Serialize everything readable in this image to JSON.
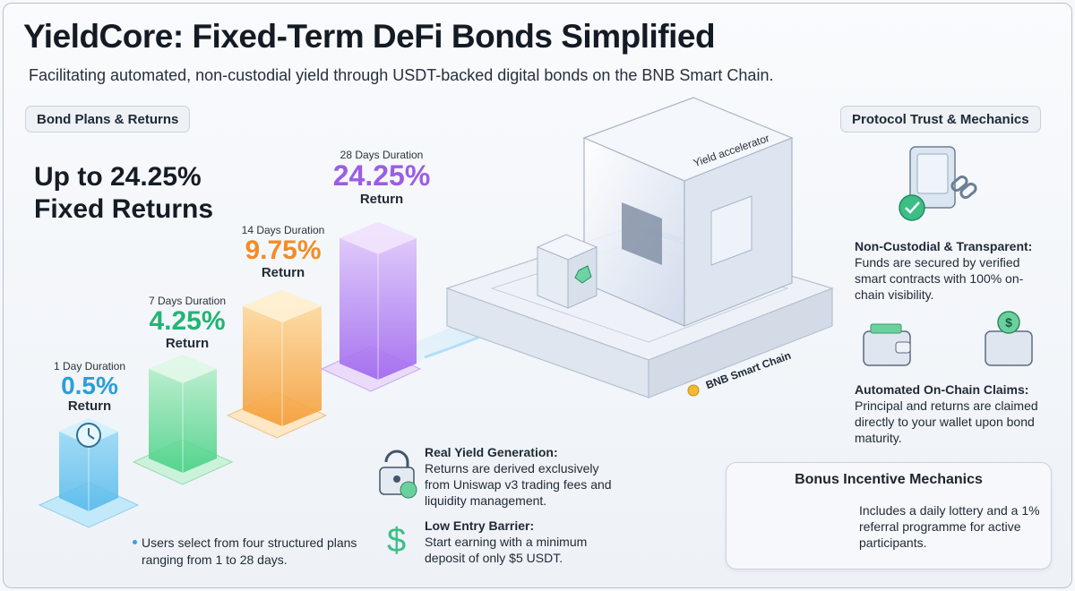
{
  "title": "YieldCore: Fixed-Term DeFi Bonds Simplified",
  "subtitle": "Facilitating automated, non-custodial yield through USDT-backed digital bonds on the BNB Smart Chain.",
  "sections": {
    "plans": "Bond Plans & Returns",
    "trust": "Protocol Trust & Mechanics"
  },
  "hero": {
    "line1": "Up to 24.25%",
    "line2": "Fixed Returns"
  },
  "plans": [
    {
      "duration": "1 Day Duration",
      "return": "0.5%",
      "label": "Return",
      "color": "#2a9fd6"
    },
    {
      "duration": "7 Days Duration",
      "return": "4.25%",
      "label": "Return",
      "color": "#22b573"
    },
    {
      "duration": "14 Days Duration",
      "return": "9.75%",
      "label": "Return",
      "color": "#f28c28"
    },
    {
      "duration": "28 Days Duration",
      "return": "24.25%",
      "label": "Return",
      "color": "#9b5de5"
    }
  ],
  "plans_note": "Users select from four structured plans ranging from 1 to 28 days.",
  "machine": {
    "label": "Yield accelerator",
    "chain": "BNB Smart Chain"
  },
  "features": {
    "real_yield": {
      "heading": "Real Yield Generation:",
      "text": "Returns are derived exclusively from Uniswap v3 trading fees and liquidity management."
    },
    "low_entry": {
      "heading": "Low Entry Barrier:",
      "text": "Start earning with a minimum deposit of only $5 USDT."
    },
    "non_custodial": {
      "heading": "Non-Custodial & Transparent:",
      "text": "Funds are secured by verified smart contracts with 100% on-chain visibility."
    },
    "claims": {
      "heading": "Automated On-Chain Claims:",
      "text": "Principal and returns are claimed directly to your wallet upon bond maturity."
    }
  },
  "bonus": {
    "heading": "Bonus Incentive Mechanics",
    "text": "Includes a daily lottery and a 1% referral programme for active participants."
  }
}
